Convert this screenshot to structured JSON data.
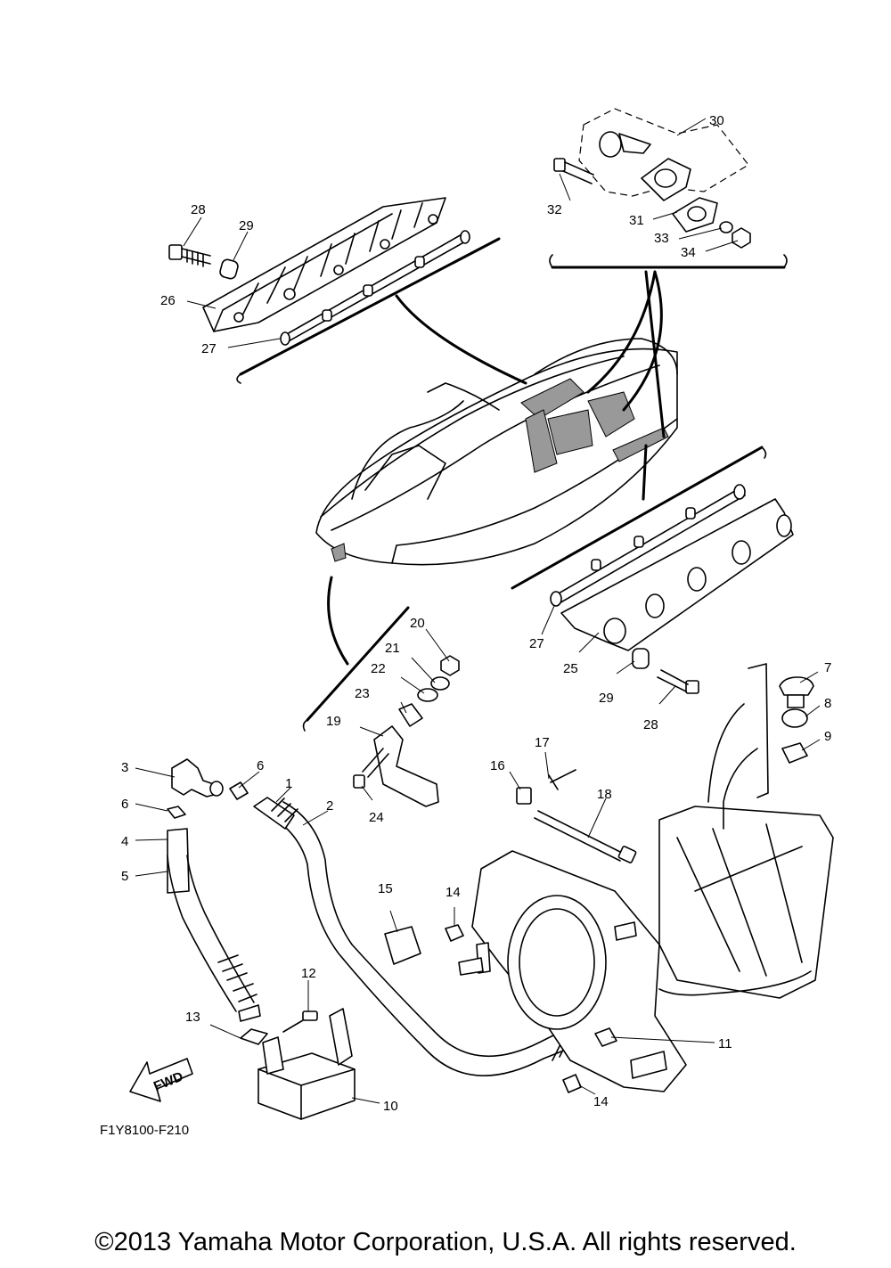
{
  "diagram": {
    "code": "F1Y8100-F210",
    "fwd_label": "FWD",
    "copyright": "©2013 Yamaha Motor Corporation, U.S.A. All rights reserved.",
    "labels": [
      "1",
      "2",
      "3",
      "4",
      "5",
      "6",
      "6",
      "7",
      "8",
      "9",
      "10",
      "11",
      "12",
      "13",
      "14",
      "14",
      "15",
      "16",
      "17",
      "18",
      "19",
      "20",
      "21",
      "22",
      "23",
      "24",
      "25",
      "26",
      "27",
      "27",
      "28",
      "28",
      "29",
      "29",
      "30",
      "31",
      "32",
      "33",
      "34"
    ]
  }
}
